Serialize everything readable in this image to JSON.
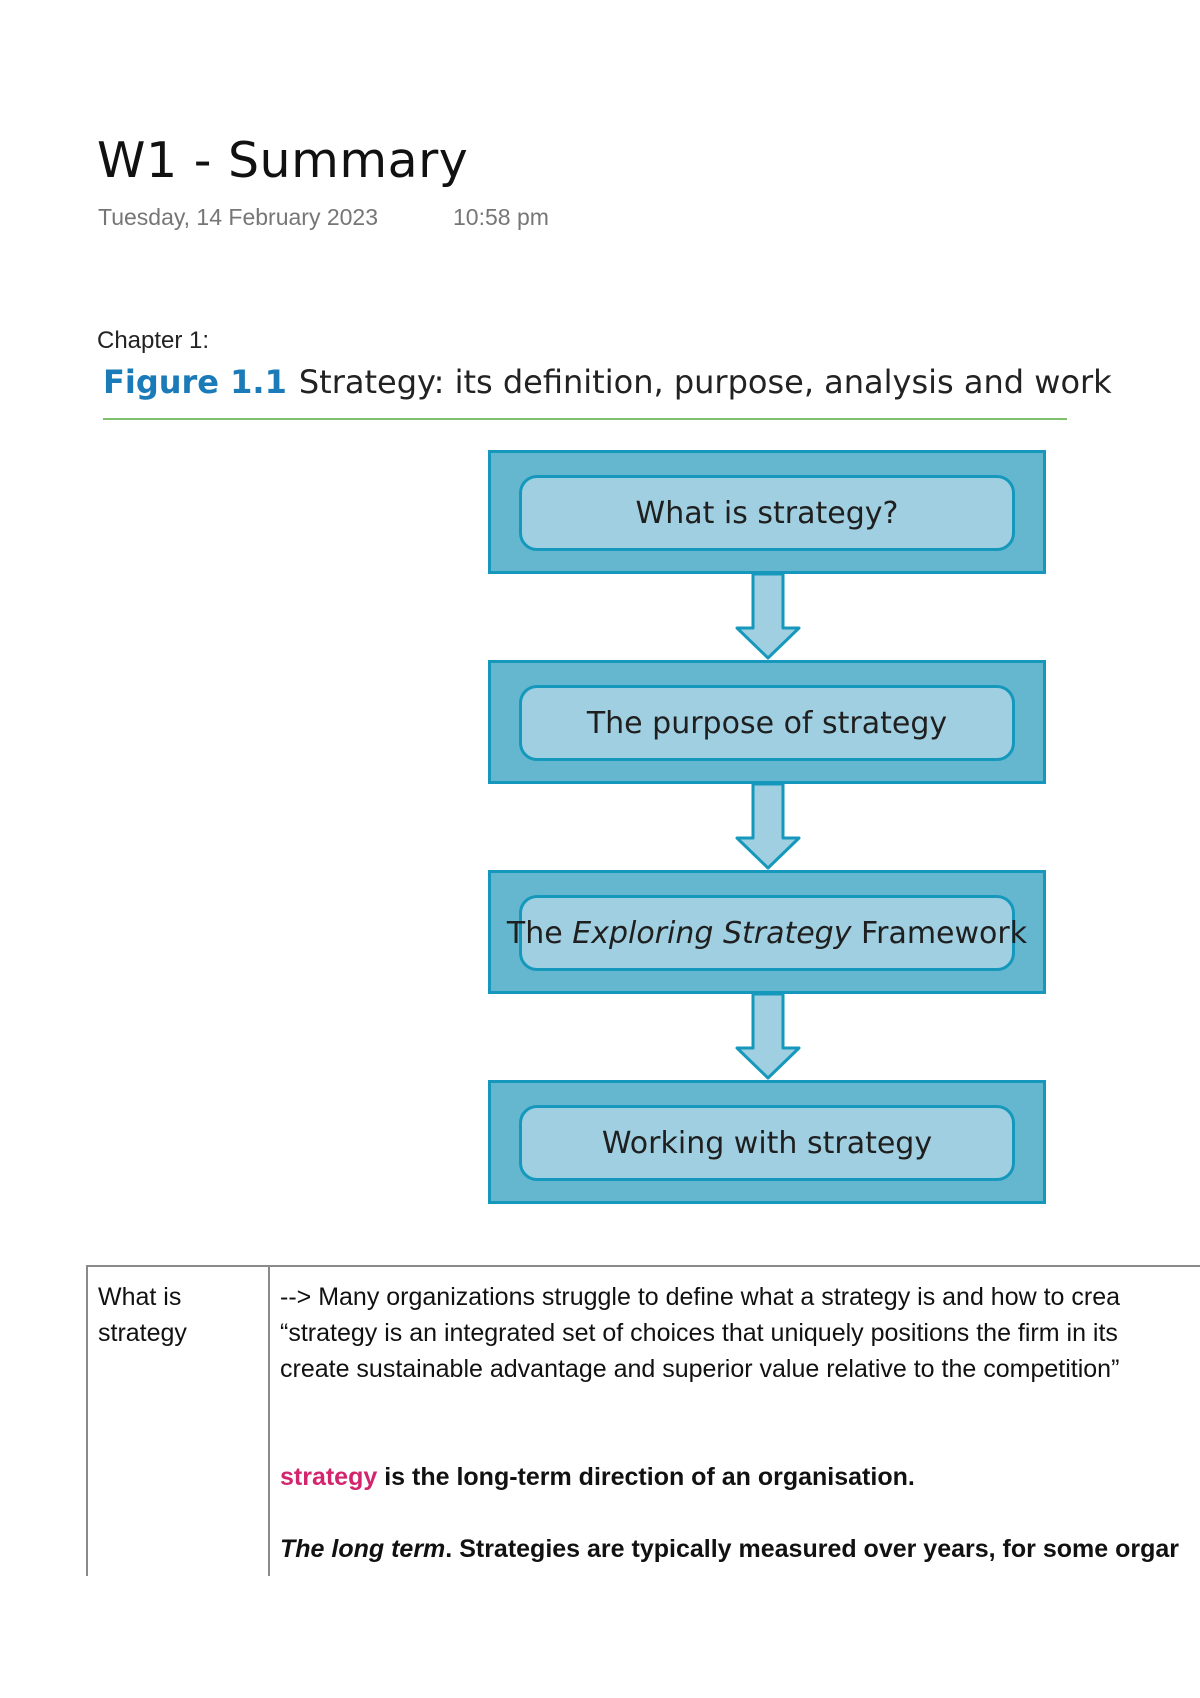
{
  "header": {
    "title": "W1 - Summary",
    "date": "Tuesday, 14 February 2023",
    "time": "10:58 pm"
  },
  "chapter_label": "Chapter 1:",
  "figure": {
    "number": "Figure 1.1",
    "caption": "Strategy: its definition, purpose, analysis and work",
    "steps": {
      "step1": "What is strategy?",
      "step2": "The purpose of strategy",
      "step3_pre": "The",
      "step3_italic": "Exploring Strategy",
      "step3_post": "Framework",
      "step4": "Working with strategy"
    },
    "colors": {
      "outer_box": "#64b7cf",
      "inner_pill": "#9fcfe0",
      "border": "#1598bb",
      "figure_number": "#1b7bb8",
      "rule": "#7ec06e"
    }
  },
  "table": {
    "left_label": "What is strategy",
    "line1": " --> Many organizations struggle to define what a strategy is and how to crea",
    "line2": "“strategy is an integrated set of choices that uniquely positions the firm in its",
    "line3": "create sustainable advantage and superior value relative to the competition”",
    "def_keyword": "strategy",
    "def_rest": " is the long-term direction of an organisation.",
    "long_term_label": "The long term",
    "long_term_rest": ". Strategies are typically measured over years, for some orgar",
    "keyword_color": "#d3246e"
  }
}
